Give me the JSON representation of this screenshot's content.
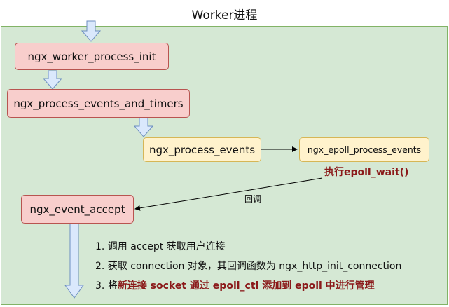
{
  "title": "Worker进程",
  "nodes": {
    "worker_init": "ngx_worker_process_init",
    "process_events_timers": "ngx_process_events_and_timers",
    "process_events": "ngx_process_events",
    "epoll_process": "ngx_epoll_process_events",
    "event_accept": "ngx_event_accept"
  },
  "labels": {
    "epoll_wait": "执行epoll_wait()",
    "callback": "回调"
  },
  "steps": {
    "s1": "1. 调用 accept 获取用户连接",
    "s2": "2. 获取 connection 对象，其回调函数为 ngx_http_init_connection",
    "s3_prefix": "3. 将",
    "s3_bold": "新连接 socket 通过 epoll_ctl 添加到 epoll 中进行管理"
  },
  "colors": {
    "panel_fill": "#d5e8d4",
    "node_red_fill": "#f8cecc",
    "node_yellow_fill": "#fff2cc",
    "flow_arrow_fill": "#dae8fc",
    "highlight_text": "#8b1a1a"
  }
}
